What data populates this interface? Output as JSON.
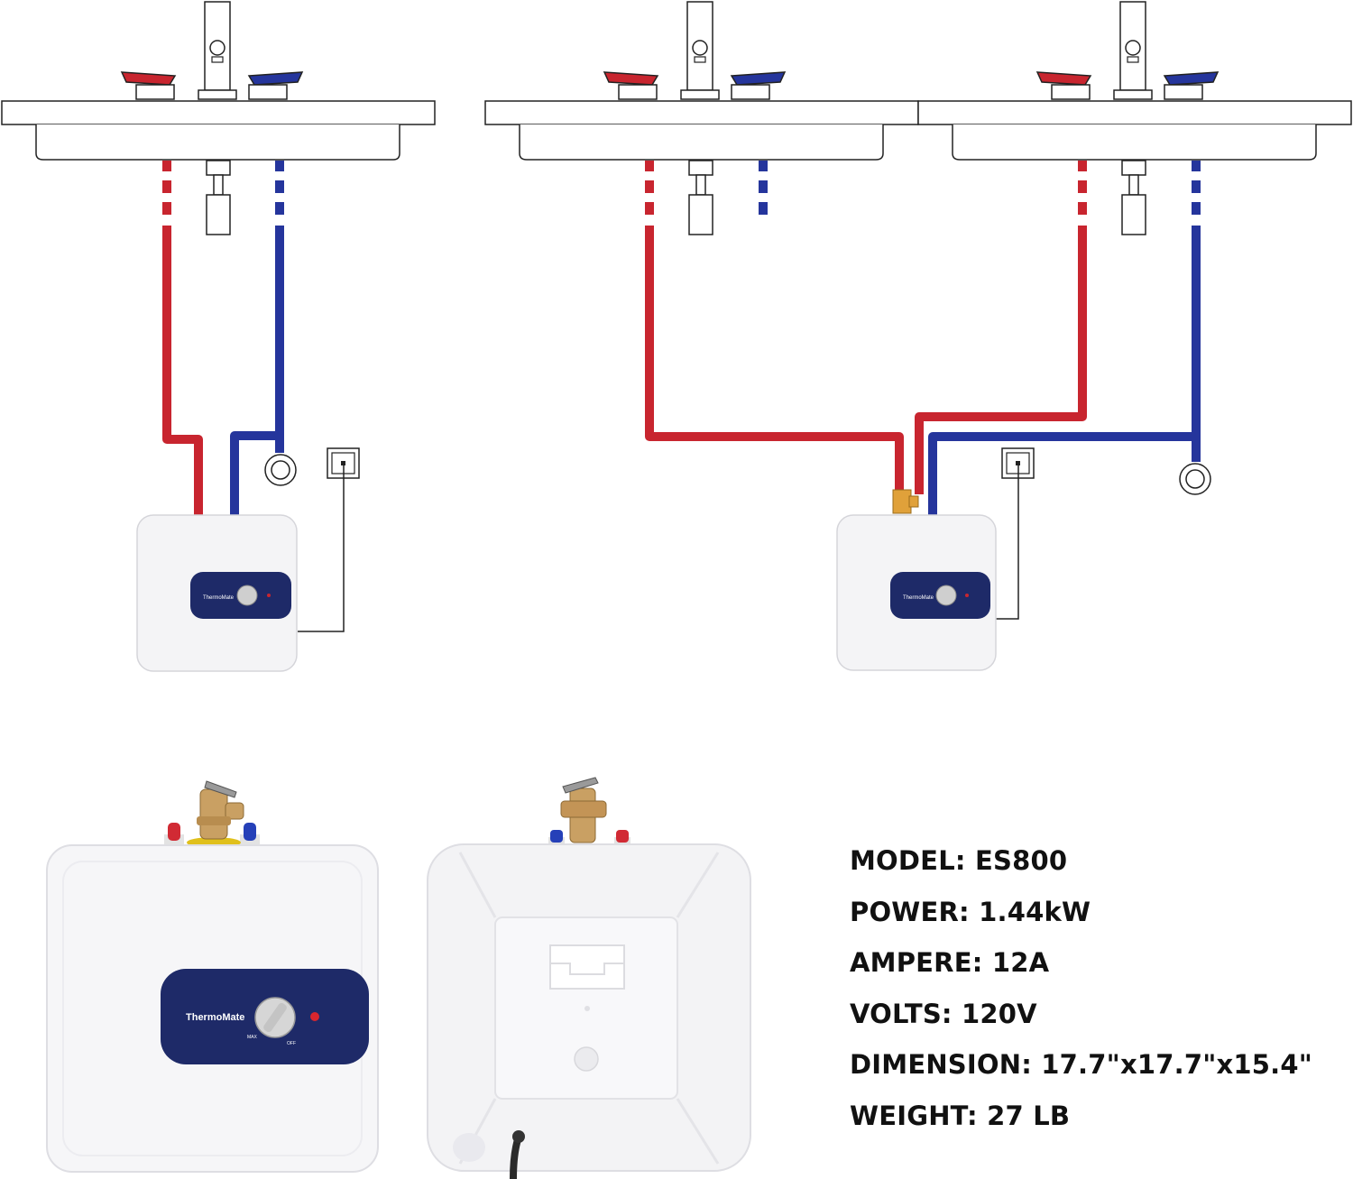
{
  "brand": "ThermoMate",
  "dial_labels": {
    "max": "MAX",
    "off": "OFF"
  },
  "colors": {
    "hot_pipe": "#c8252f",
    "cold_pipe": "#25359c",
    "control_panel": "#1e2a68",
    "tee_fitting": "#e0a13a",
    "valve_brass": "#c9a063",
    "heater_body": "#f4f4f6",
    "outline": "#2a2a2a"
  },
  "icons": [
    "faucet-icon",
    "hot-handle-icon",
    "cold-handle-icon",
    "power-outlet-icon",
    "shutoff-valve-icon",
    "relief-valve-icon",
    "power-cord-icon"
  ],
  "specs": [
    {
      "label": "MODEL:",
      "value": "ES800"
    },
    {
      "label": "POWER:",
      "value": "1.44kW"
    },
    {
      "label": "AMPERE:",
      "value": "12A"
    },
    {
      "label": "VOLTS:",
      "value": "120V"
    },
    {
      "label": "DIMENSION:",
      "value": "17.7\"x17.7\"x15.4\""
    },
    {
      "label": "WEIGHT:",
      "value": "27 LB"
    }
  ]
}
